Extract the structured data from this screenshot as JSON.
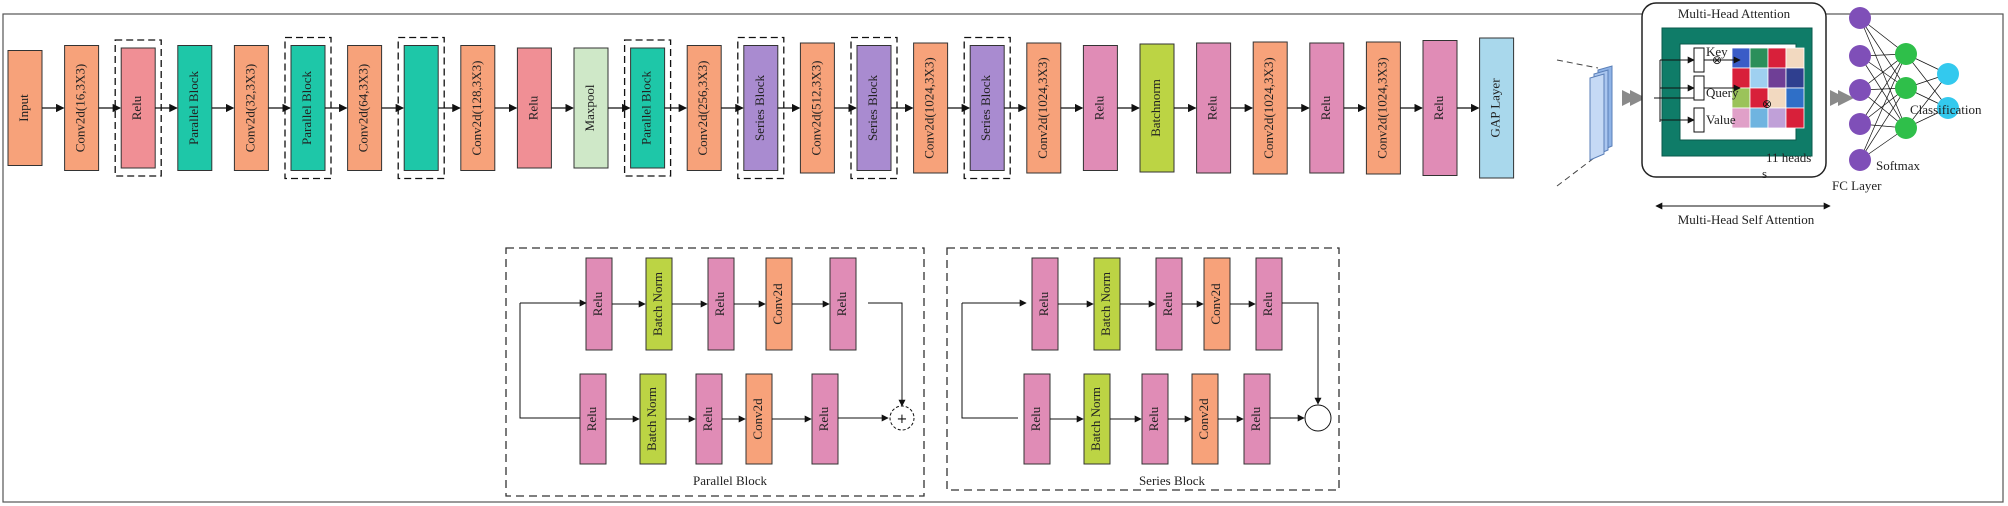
{
  "colors": {
    "salmon": "#f7a27a",
    "pink": "#f08f95",
    "teal": "#1ec7a8",
    "purple": "#a98bd0",
    "mauve": "#e08cb6",
    "mint": "#cfe8c8",
    "lime": "#bcd444",
    "blue": "#a9d8ec",
    "stroke": "#333333",
    "fc_purple": "#7f4fb8",
    "fc_green": "#2fbf4a",
    "fc_cyan": "#33c9ee"
  },
  "main_row": [
    {
      "label": "Input",
      "color": "salmon"
    },
    {
      "label": "Conv2d(16,3X3)",
      "color": "salmon"
    },
    {
      "label": "Relu",
      "color": "pink",
      "dashed": true
    },
    {
      "label": "Parallel Block",
      "color": "teal"
    },
    {
      "label": "Conv2d(32,3X3)",
      "color": "salmon"
    },
    {
      "label": "Parallel Block",
      "color": "teal",
      "dashed": true
    },
    {
      "label": "Conv2d(64,3X3)",
      "color": "salmon"
    },
    {
      "label": "",
      "color": "teal",
      "dashed": true
    },
    {
      "label": "Conv2d(128,3X3)",
      "color": "salmon"
    },
    {
      "label": "Relu",
      "color": "pink"
    },
    {
      "label": "Maxpool",
      "color": "mint"
    },
    {
      "label": "Parallel Block",
      "color": "teal",
      "dashed": true
    },
    {
      "label": "Conv2d(256,3X3)",
      "color": "salmon"
    },
    {
      "label": "Series Block",
      "color": "purple",
      "dashed": true
    },
    {
      "label": "Conv2d(512,3X3)",
      "color": "salmon"
    },
    {
      "label": "Series Block",
      "color": "purple",
      "dashed": true
    },
    {
      "label": "Conv2d(1024,3X3)",
      "color": "salmon"
    },
    {
      "label": "Series Block",
      "color": "purple",
      "dashed": true
    },
    {
      "label": "Conv2d(1024,3X3)",
      "color": "salmon"
    },
    {
      "label": "Relu",
      "color": "mauve"
    },
    {
      "label": "Batchnorm",
      "color": "lime"
    },
    {
      "label": "Relu",
      "color": "mauve"
    },
    {
      "label": "Conv2d(1024,3X3)",
      "color": "salmon"
    },
    {
      "label": "Relu",
      "color": "mauve"
    },
    {
      "label": "Conv2d(1024,3X3)",
      "color": "salmon"
    },
    {
      "label": "Relu",
      "color": "mauve"
    },
    {
      "label": "GAP Layer",
      "color": "blue"
    }
  ],
  "attention": {
    "title": "Multi-Head Attention",
    "key": "Key",
    "query": "Query",
    "value": "Value",
    "heads_label": "11 heads",
    "s_label": "s",
    "caption": "Multi-Head Self Attention",
    "grid_colors": [
      "#3a5cc7",
      "#2b8f5a",
      "#d8203a",
      "#f2d9c0",
      "#d8203a",
      "#9fd0f0",
      "#6f3f96",
      "#2f3f8f",
      "#9bc35a",
      "#d8203a",
      "#f2d9c0",
      "#2f6fc7",
      "#e0a0c8",
      "#6fb4e0",
      "#c0a0d8",
      "#d8203a"
    ]
  },
  "fc": {
    "layer_label": "FC Layer",
    "softmax_label": "Softmax",
    "classification_label": "Classification"
  },
  "parallel_block": {
    "caption": "Parallel Block",
    "top_row": [
      {
        "label": "Relu",
        "color": "mauve"
      },
      {
        "label": "Batch Norm",
        "color": "lime"
      },
      {
        "label": "Relu",
        "color": "mauve"
      },
      {
        "label": "Conv2d",
        "color": "salmon"
      },
      {
        "label": "Relu",
        "color": "mauve"
      }
    ],
    "bottom_row": [
      {
        "label": "Relu",
        "color": "mauve"
      },
      {
        "label": "Batch Norm",
        "color": "lime"
      },
      {
        "label": "Relu",
        "color": "mauve"
      },
      {
        "label": "Conv2d",
        "color": "salmon"
      },
      {
        "label": "Relu",
        "color": "mauve"
      }
    ],
    "join_symbol": "+"
  },
  "series_block": {
    "caption": "Series Block",
    "top_row": [
      {
        "label": "Relu",
        "color": "mauve"
      },
      {
        "label": "Batch Norm",
        "color": "lime"
      },
      {
        "label": "Relu",
        "color": "mauve"
      },
      {
        "label": "Conv2d",
        "color": "salmon"
      },
      {
        "label": "Relu",
        "color": "mauve"
      }
    ],
    "bottom_row": [
      {
        "label": "Relu",
        "color": "mauve"
      },
      {
        "label": "Batch Norm",
        "color": "lime"
      },
      {
        "label": "Relu",
        "color": "mauve"
      },
      {
        "label": "Conv2d",
        "color": "salmon"
      },
      {
        "label": "Relu",
        "color": "mauve"
      }
    ]
  }
}
